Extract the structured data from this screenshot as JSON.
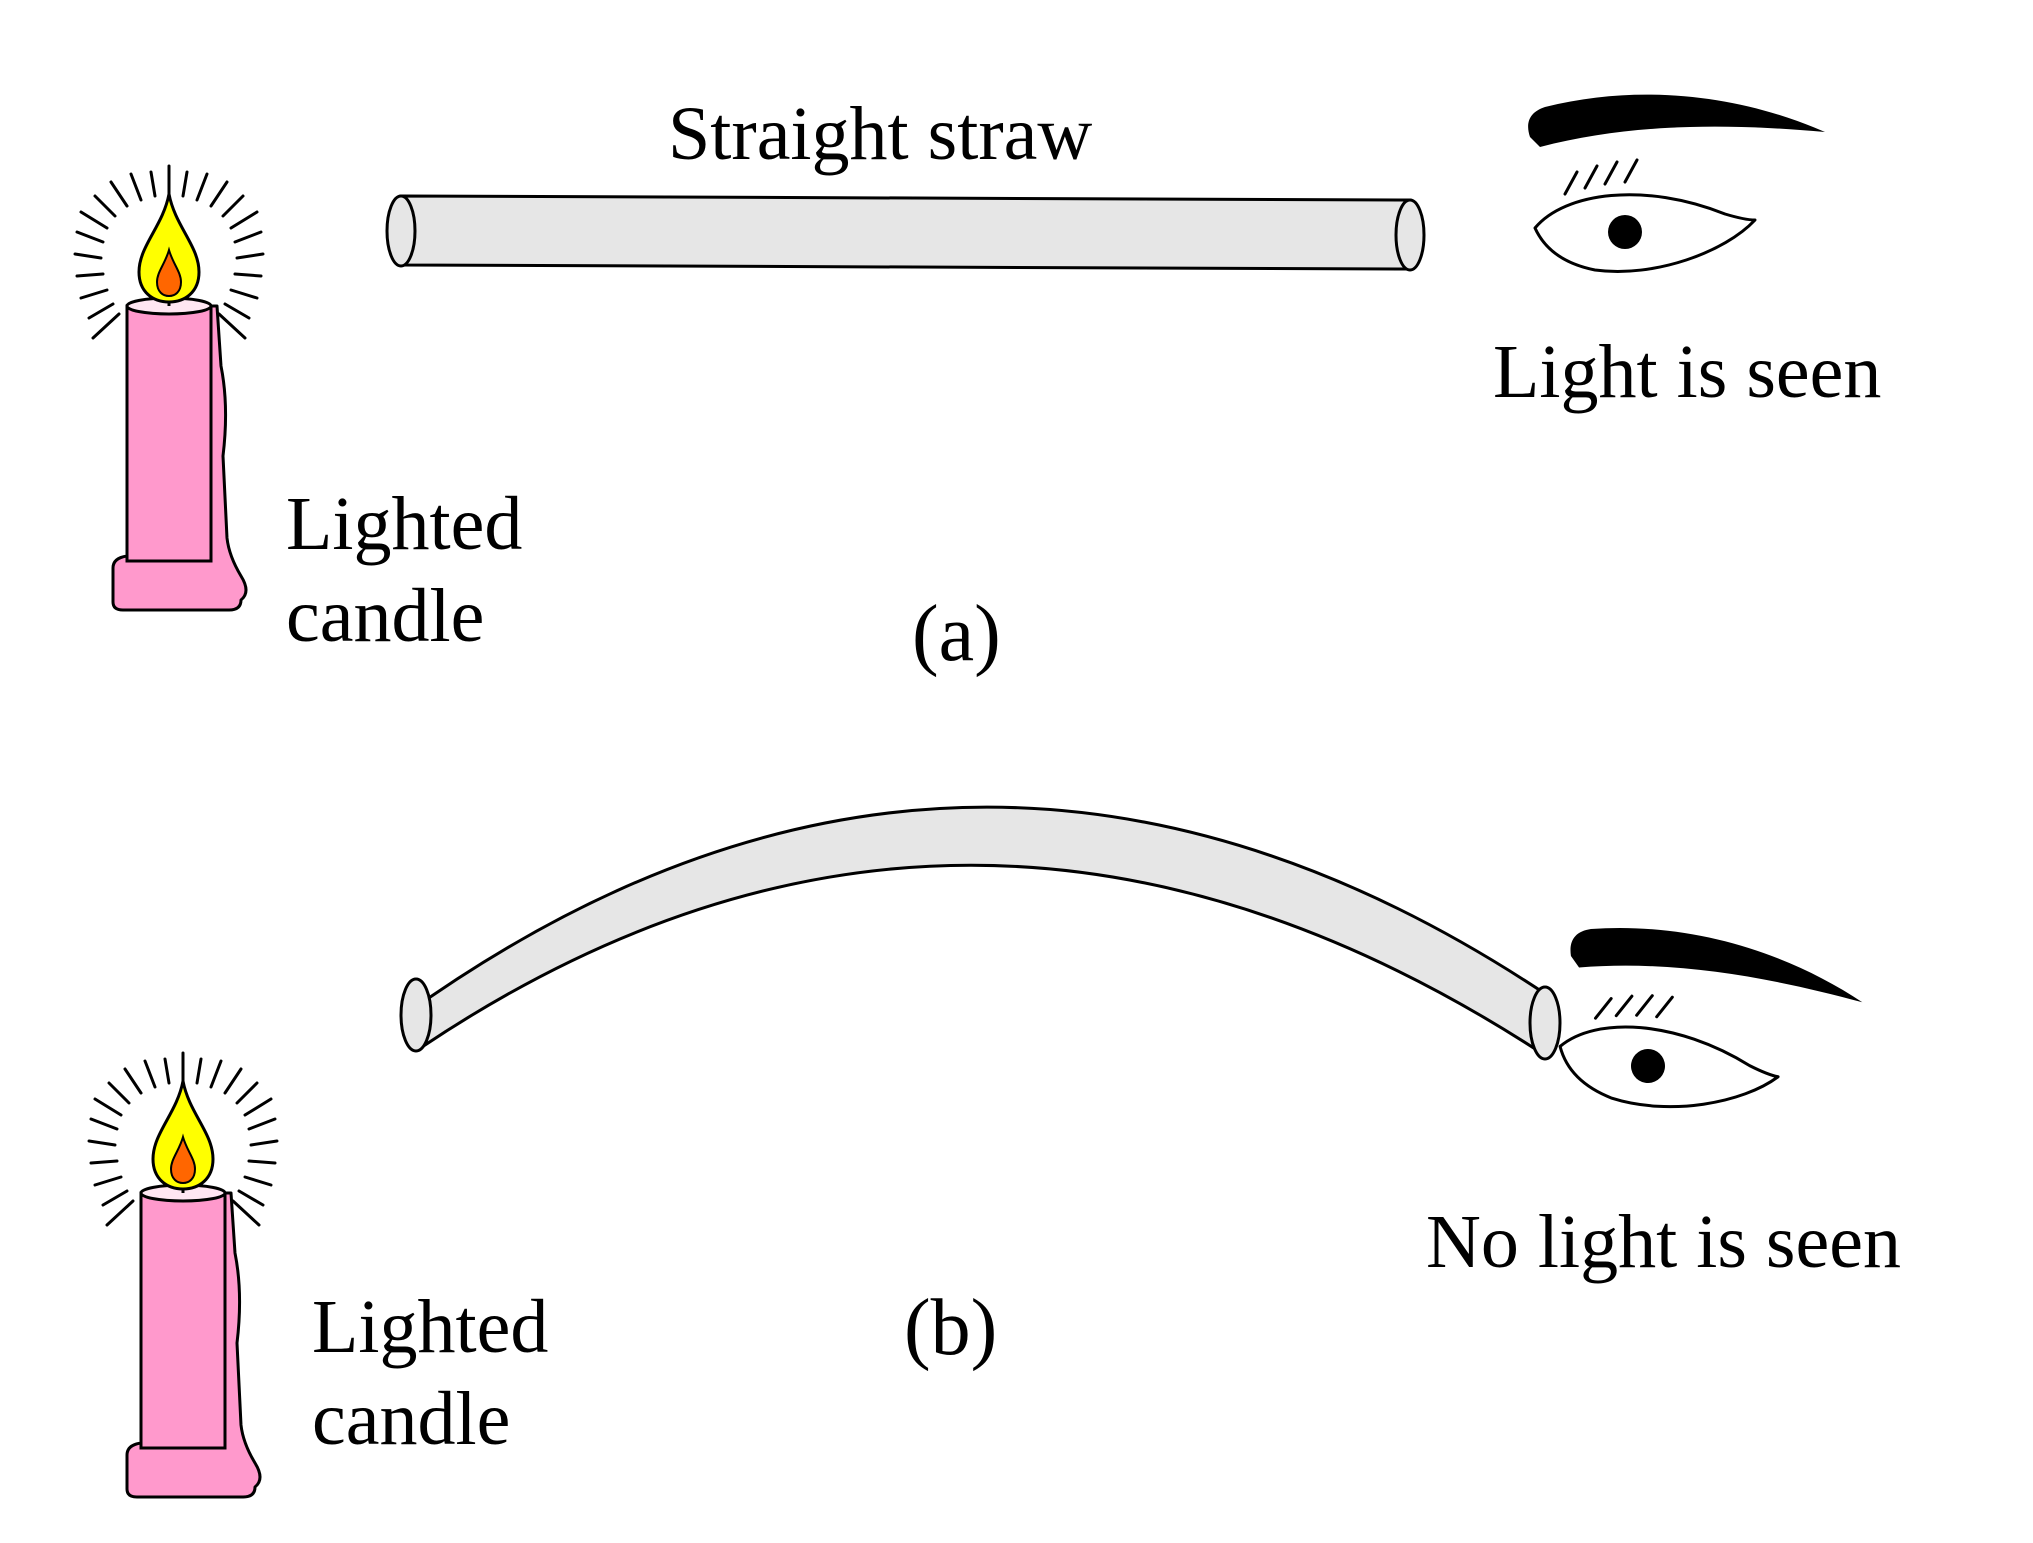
{
  "panel_a": {
    "straw_label": "Straight straw",
    "result_label": "Light is seen",
    "candle_label": [
      "Lighted",
      "candle"
    ],
    "caption": "(a)"
  },
  "panel_b": {
    "result_label": "No light is seen",
    "candle_label": [
      "Lighted",
      "candle"
    ],
    "caption": "(b)"
  },
  "colors": {
    "candle_body": "#ff99cc",
    "flame_outer": "#ffff00",
    "flame_inner": "#ff6600",
    "straw_fill": "#e6e6e6",
    "outline": "#000000"
  },
  "icons": [
    "candle-icon",
    "eye-icon",
    "straw-icon"
  ]
}
